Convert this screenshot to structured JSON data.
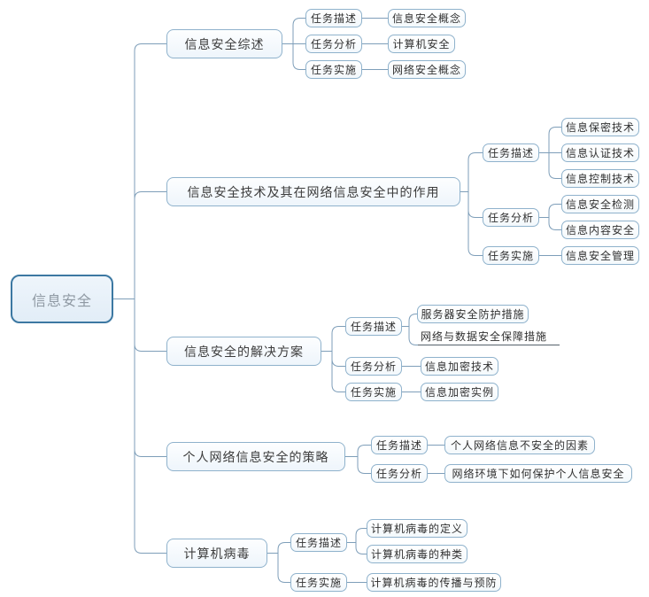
{
  "colors": {
    "line": "#7e9eb9",
    "box_border": "#8fb2cc",
    "root_border": "#3c78a2",
    "root_fill": "#e7f0f8",
    "box_fill": "#f6fafd",
    "root_text": "#8f99a3",
    "node_text": "#303030"
  },
  "root": {
    "label": "信息安全"
  },
  "branches": [
    {
      "label": "信息安全综述",
      "tasks": [
        {
          "label": "任务描述",
          "children": [
            {
              "label": "信息安全概念"
            }
          ]
        },
        {
          "label": "任务分析",
          "children": [
            {
              "label": "计算机安全"
            }
          ]
        },
        {
          "label": "任务实施",
          "children": [
            {
              "label": "网络安全概念"
            }
          ]
        }
      ]
    },
    {
      "label": "信息安全技术及其在网络信息安全中的作用",
      "tasks": [
        {
          "label": "任务描述",
          "children": [
            {
              "label": "信息保密技术"
            },
            {
              "label": "信息认证技术"
            },
            {
              "label": "信息控制技术"
            }
          ]
        },
        {
          "label": "任务分析",
          "children": [
            {
              "label": "信息安全检测"
            },
            {
              "label": "信息内容安全"
            }
          ]
        },
        {
          "label": "任务实施",
          "children": [
            {
              "label": "信息安全管理"
            }
          ]
        }
      ]
    },
    {
      "label": "信息安全的解决方案",
      "tasks": [
        {
          "label": "任务描述",
          "children": [
            {
              "label": "服务器安全防护措施"
            },
            {
              "label": "网络与数据安全保障措施",
              "style": "underline"
            }
          ]
        },
        {
          "label": "任务分析",
          "children": [
            {
              "label": "信息加密技术"
            }
          ]
        },
        {
          "label": "任务实施",
          "children": [
            {
              "label": "信息加密实例"
            }
          ]
        }
      ]
    },
    {
      "label": "个人网络信息安全的策略",
      "tasks": [
        {
          "label": "任务描述",
          "children": [
            {
              "label": "个人网络信息不安全的因素"
            }
          ]
        },
        {
          "label": "任务分析",
          "children": [
            {
              "label": "网络环境下如何保护个人信息安全"
            }
          ]
        }
      ]
    },
    {
      "label": "计算机病毒",
      "tasks": [
        {
          "label": "任务描述",
          "children": [
            {
              "label": "计算机病毒的定义"
            },
            {
              "label": "计算机病毒的种类"
            }
          ]
        },
        {
          "label": "任务实施",
          "children": [
            {
              "label": "计算机病毒的传播与预防"
            }
          ]
        }
      ]
    }
  ]
}
